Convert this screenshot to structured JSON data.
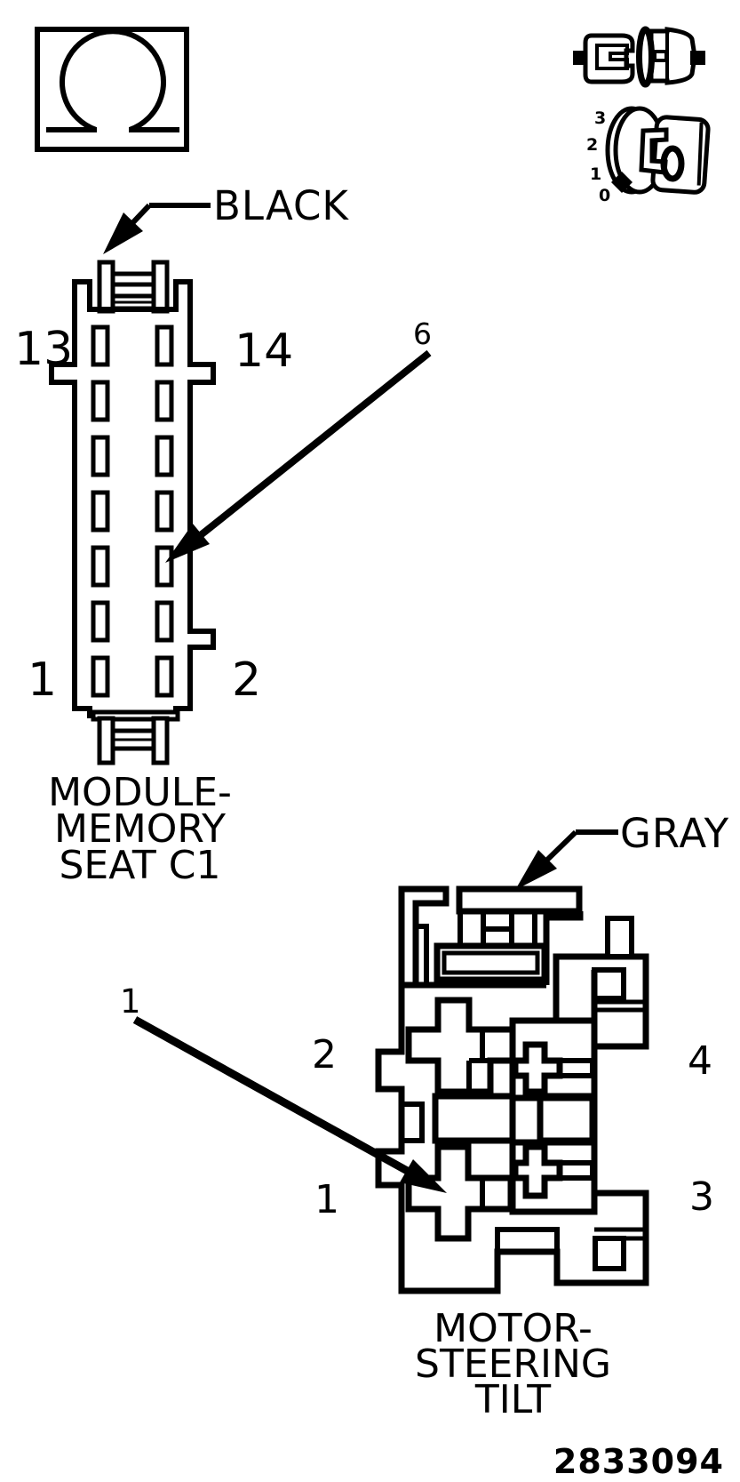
{
  "page": {
    "background_color": "#ffffff",
    "ink_color": "#000000",
    "part_number": "2833094"
  },
  "test_icons": {
    "ohmmeter_icon": "ohmmeter-symbol",
    "connector_pair_icon": "connectors-disconnected-symbol",
    "ignition_switch": {
      "positions": [
        "3",
        "2",
        "1",
        "0"
      ],
      "selected_position": "0",
      "selected_marker": "diamond"
    }
  },
  "connector_c1": {
    "wire_color_label": "BLACK",
    "caption_line1": "MODULE-",
    "caption_line2": "MEMORY",
    "caption_line3": "SEAT C1",
    "pin_top_left": "13",
    "pin_top_right": "14",
    "pin_bottom_left": "1",
    "pin_bottom_right": "2",
    "callout_pin": "6",
    "rows": 7,
    "columns": 2
  },
  "connector_tilt": {
    "wire_color_label": "GRAY",
    "caption_line1": "MOTOR-",
    "caption_line2": "STEERING",
    "caption_line3": "TILT",
    "pin_upper_left": "2",
    "pin_upper_right": "4",
    "pin_lower_left": "1",
    "pin_lower_right": "3",
    "callout_pin": "1"
  }
}
